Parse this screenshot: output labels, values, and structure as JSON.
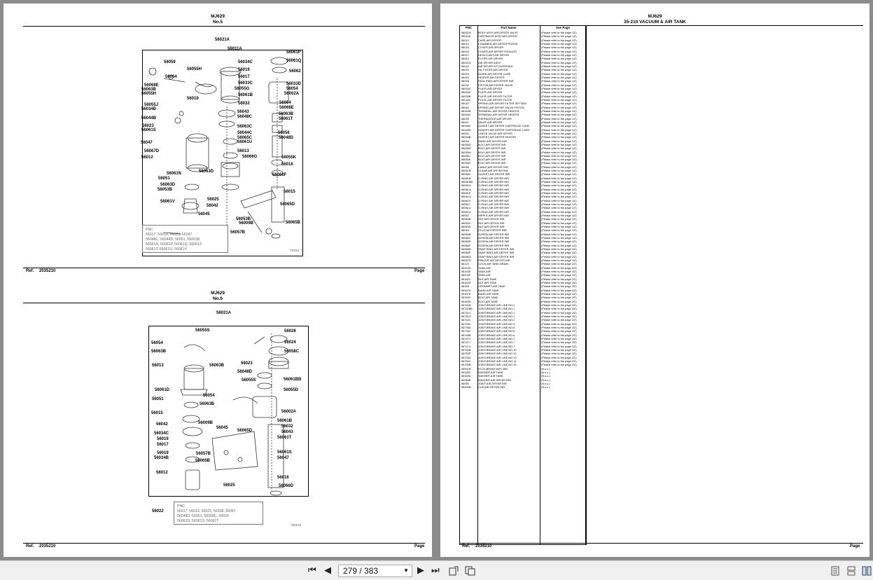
{
  "left_page": {
    "model": "MJ629",
    "diagram1_title": "No.5",
    "diagram2_title": "No.6",
    "ref_label": "Ref.",
    "ref_value": "2035210",
    "page_label": "Page",
    "diagram1_doc_num": "7845/1.7",
    "diagram2_doc_num": "780919",
    "diagram1_callouts": [
      "56021A",
      "56011A",
      "56061P",
      "56034C",
      "56061Q",
      "56059",
      "56055H",
      "56019",
      "56062",
      "56064",
      "56017",
      "56033C",
      "56033D",
      "56055G",
      "56054",
      "56068E",
      "56063B",
      "56002A",
      "56055H",
      "56019",
      "56061B",
      "56054",
      "56055J",
      "56032",
      "56068E",
      "56034B",
      "56043",
      "56063B",
      "56048C",
      "56061T",
      "56044B",
      "56063C",
      "56023",
      "56056",
      "56061S",
      "56044C",
      "56048D",
      "56047",
      "56065C",
      "56061U",
      "56067D",
      "56013",
      "56012",
      "56066G",
      "56055K",
      "56061N",
      "56016",
      "56051",
      "56063D",
      "56066F",
      "56063D",
      "56053B",
      "56015",
      "56061V",
      "56025",
      "56042",
      "56065D",
      "56045",
      "56053B",
      "56009B",
      "56065B",
      "56057B",
      "56025",
      "56022"
    ],
    "diagram1_pnc_text": "PNC\n56017, 56019, 56023, 56047\n56048C, 56048D, 56051, 56061B\n56061N, 56061P, 56061Q, 56061S\n56061T, 56061U, 56061V",
    "diagram2_callouts": [
      "56021A",
      "56055S",
      "56028",
      "56054",
      "56024",
      "56063B",
      "56058C",
      "56013",
      "56063B",
      "56023",
      "56048D",
      "56055S",
      "56061BB",
      "56061D",
      "56055D",
      "56051",
      "56054",
      "56063B",
      "56015",
      "56002A",
      "56009B",
      "56061B",
      "56042",
      "56045",
      "56032",
      "56034C",
      "56065D",
      "56043",
      "56019",
      "56061T",
      "56017",
      "56019",
      "56057B",
      "56061S",
      "56034B",
      "56065B",
      "56047",
      "56012",
      "56016",
      "56025",
      "56066D",
      "56022"
    ],
    "diagram2_pnc_text": "PNC\n56017, 56019, 56023, 56038, 56047\n56048D, 56051, 56058C, 56028\n56061D, 56061S, 56061T"
  },
  "right_page": {
    "model": "MJ629",
    "section_title": "35-210 VACUUM & AIR TANK",
    "col_pnc": "PNC",
    "col_name": "Part Name",
    "col_see": "See Page",
    "ref_label": "Ref.",
    "ref_value": "2035210",
    "page_label": "Page",
    "rows": [
      [
        "56002A",
        "BODY ASSY,AIR DRYER VALVE",
        "(Please refer to the page 1/2)"
      ],
      [
        "56011A",
        "CARTRIDGE ASSY,AIR DRYER",
        "(Please refer to the page 1/2)"
      ],
      [
        "56012",
        "CASE,AIR DRYER",
        "(Please refer to the page 1/2)"
      ],
      [
        "56013",
        "CHAMBER,AIR DRYER PURGE",
        "(Please refer to the page 1/2)"
      ],
      [
        "56015",
        "COVER,AIR DRYER",
        "(Please refer to the page 1/2)"
      ],
      [
        "56016",
        "COVER,AIR DRYER EXHAUST",
        "(Please refer to the page 1/2)"
      ],
      [
        "56017",
        "DESICCANT,AIR DRYER",
        "(Please refer to the page 1/2)"
      ],
      [
        "56019",
        "FILTER,AIR DRYER",
        "(Please refer to the page 1/2)"
      ],
      [
        "56021A",
        "AIR DRYER ASSY",
        "(Please refer to the page 1/2)"
      ],
      [
        "56022",
        "AIR DRYER KIT,OVERHAUL",
        "(Please refer to the page 1/2)"
      ],
      [
        "56023",
        "OIL FILTER,AIR DRYER",
        "(Please refer to the page 1/2)"
      ],
      [
        "56024",
        "GUIDE,AIR DRYER CASE",
        "(Please refer to the page 1/2)"
      ],
      [
        "56025",
        "HEATER,AIR DRYER",
        "(Please refer to the page 1/2)"
      ],
      [
        "56028",
        "SEAL RING,AIR DRYER INR",
        "(Please refer to the page 1/2)"
      ],
      [
        "56032",
        "PISTON,AIR DRYER VALVE",
        "(Please refer to the page 1/2)"
      ],
      [
        "56033C",
        "PLATE,AIR DRYER",
        "(Please refer to the page 1/2)"
      ],
      [
        "56033D",
        "PLATE,AIR DRYER",
        "(Please refer to the page 1/2)"
      ],
      [
        "56034B",
        "PLATE,AIR DRYER FILTER",
        "(Please refer to the page 1/2)"
      ],
      [
        "56034C",
        "PLATE,AIR DRYER FILTER",
        "(Please refer to the page 1/2)"
      ],
      [
        "56042",
        "SPRING,AIR DRYER FILTER SETTING",
        "(Please refer to the page 1/2)"
      ],
      [
        "56043",
        "SPRING,AIR DRYER VALVE PISTON",
        "(Please refer to the page 1/2)"
      ],
      [
        "56044B",
        "TERMINAL,AIR DRYER HEATER",
        "(Please refer to the page 1/2)"
      ],
      [
        "56044C",
        "TERMINAL,AIR DRYER HEATER",
        "(Please refer to the page 1/2)"
      ],
      [
        "56045",
        "THERMOSTAT,AIR DRYER",
        "(Please refer to the page 1/2)"
      ],
      [
        "56047",
        "VALVE,AIR DRYER",
        "(Please refer to the page 1/2)"
      ],
      [
        "56048C",
        "GASKET,AIR DRYER CARTRIDGE CASE",
        "(Please refer to the page 1/2)"
      ],
      [
        "56048D",
        "GASKET,AIR DRYER CARTRIDGE CASE",
        "(Please refer to the page 1/2)"
      ],
      [
        "56051",
        "CHECK VALVE,AIR DRYER",
        "(Please refer to the page 1/2)"
      ],
      [
        "56053B",
        "GASKET,AIR DRYER HEATER",
        "(Please refer to the page 1/2)"
      ],
      [
        "56054",
        "BAND,AIR DRYER INR",
        "(Please refer to the page 1/2)"
      ],
      [
        "56055D",
        "BOLT,AIR DRYER INR",
        "(Please refer to the page 1/2)"
      ],
      [
        "56055G",
        "BOLT,AIR DRYER INR",
        "(Please refer to the page 1/2)"
      ],
      [
        "56055H",
        "BOLT,AIR DRYER INR",
        "(Please refer to the page 1/2)"
      ],
      [
        "56055J",
        "BOLT,AIR DRYER INR",
        "(Please refer to the page 1/2)"
      ],
      [
        "56055K",
        "BOLT,AIR DRYER INR",
        "(Please refer to the page 1/2)"
      ],
      [
        "56055S",
        "BOLT,AIR DRYER INR",
        "(Please refer to the page 1/2)"
      ],
      [
        "56056",
        "CABLE,AIR DRYER INR",
        "(Please refer to the page 1/2)"
      ],
      [
        "56057B",
        "CLAMP,AIR DRYER INR",
        "(Please refer to the page 1/2)"
      ],
      [
        "56058C",
        "GASKET,AIR DRYER INR",
        "(Please refer to the page 1/2)"
      ],
      [
        "56061B",
        "O-RING,AIR DRYER INR",
        "(Please refer to the page 1/2)"
      ],
      [
        "56061BB",
        "O-RING,AIR DRYER INR",
        "(Please refer to the page 1/2)"
      ],
      [
        "56061D",
        "O-RING,AIR DRYER INR",
        "(Please refer to the page 1/2)"
      ],
      [
        "56061N",
        "O-RING,AIR DRYER INR",
        "(Please refer to the page 1/2)"
      ],
      [
        "56061P",
        "O-RING,AIR DRYER INR",
        "(Please refer to the page 1/2)"
      ],
      [
        "56061Q",
        "O-RING,AIR DRYER INR",
        "(Please refer to the page 1/2)"
      ],
      [
        "56061S",
        "O-RING,AIR DRYER INR",
        "(Please refer to the page 1/2)"
      ],
      [
        "56061T",
        "O-RING,AIR DRYER INR",
        "(Please refer to the page 1/2)"
      ],
      [
        "56061U",
        "O-RING,AIR DRYER INR",
        "(Please refer to the page 1/2)"
      ],
      [
        "56061V",
        "O-RING,AIR DRYER INR",
        "(Please refer to the page 1/2)"
      ],
      [
        "56062",
        "NIPPLE,AIR DRYER INR",
        "(Please refer to the page 1/2)"
      ],
      [
        "56063B",
        "NUT,AIR DRYER INR",
        "(Please refer to the page 1/2)"
      ],
      [
        "56063C",
        "NUT,AIR DRYER INR",
        "(Please refer to the page 1/2)"
      ],
      [
        "56063D",
        "NUT,AIR DRYER INR",
        "(Please refer to the page 1/2)"
      ],
      [
        "56064",
        "PLUG,AIR DRYER INR",
        "(Please refer to the page 1/2)"
      ],
      [
        "56065B",
        "SCREW,AIR DRYER INR",
        "(Please refer to the page 1/2)"
      ],
      [
        "56065C",
        "SCREW,AIR DRYER INR",
        "(Please refer to the page 1/2)"
      ],
      [
        "56065D",
        "SCREW,AIR DRYER INR",
        "(Please refer to the page 1/2)"
      ],
      [
        "56066F",
        "SCREW,AIR DRYER INR",
        "(Please refer to the page 1/2)"
      ],
      [
        "56066D",
        "SNAP RING,AIR DRYER INR",
        "(Please refer to the page 2/2)"
      ],
      [
        "56066F",
        "SNAP RING,AIR DRYER INR",
        "(Please refer to the page 2/2)"
      ],
      [
        "56066G",
        "SNAP RING,AIR DRYER INR",
        "(Please refer to the page 2/2)"
      ],
      [
        "56067D",
        "SPACER,AIR DRYER INR",
        "(Please refer to the page 2/2)"
      ],
      [
        "56122",
        "COCK,AIR TANK DRAIN",
        "(Please refer to the page 2/2)"
      ],
      [
        "56143C",
        "TANK,AIR",
        "(Please refer to the page 2/2)"
      ],
      [
        "56143E",
        "TANK,AIR",
        "(Please refer to the page 2/2)"
      ],
      [
        "56143F",
        "TANK,AIR",
        "(Please refer to the page 2/2)"
      ],
      [
        "56162C",
        "NUT,AIR TANK",
        "(Please refer to the page 2/2)"
      ],
      [
        "56162D",
        "NUT,AIR TANK",
        "(Please refer to the page 2/2)"
      ],
      [
        "56165",
        "GROMMET,AIR TANK",
        "(Please refer to the page 2/2)"
      ],
      [
        "56167D",
        "BAND,AIR TANK",
        "(Please refer to the page 2/2)"
      ],
      [
        "56167E",
        "BAND,AIR TANK",
        "(Please refer to the page 2/2)"
      ],
      [
        "56169C",
        "BOLT,AIR TANK",
        "(Please refer to the page 2/2)"
      ],
      [
        "56169D",
        "BOLT,AIR TANK",
        "(Please refer to the page 2/2)"
      ],
      [
        "56741B",
        "JOINT,BRAKE AIR LINE,NO.1",
        "(Please refer to the page 2/2)"
      ],
      [
        "56741BK",
        "JOINT,BRAKE AIR LINE,NO.1",
        "(Please refer to the page 2/2)"
      ],
      [
        "56741C",
        "JOINT,BRAKE AIR LINE,NO.1",
        "(Please refer to the page 2/2)"
      ],
      [
        "56741G",
        "JOINT,BRAKE AIR LINE,NO.1",
        "(Please refer to the page 2/2)"
      ],
      [
        "56742C",
        "JOINT,BRAKE AIR LINE,NO.2",
        "(Please refer to the page 2/2)"
      ],
      [
        "56743C",
        "JOINT,BRAKE AIR LINE,NO.3",
        "(Please refer to the page 2/2)"
      ],
      [
        "56745D",
        "JOINT,BRAKE AIR LINE,NO.5",
        "(Please refer to the page 2/2)"
      ],
      [
        "56745C",
        "JOINT,BRAKE AIR LINE,NO.5",
        "(Please refer to the page 2/2)"
      ],
      [
        "56746B",
        "JOINT,BRAKE AIR LINE,NO.6",
        "(Please refer to the page 2/2)"
      ],
      [
        "56747C",
        "JOINT,BRAKE AIR LINE,NO.7",
        "(Please refer to the page 2/2)"
      ],
      [
        "56747J",
        "JOINT,BRAKE AIR LINE,NO.7",
        "(Please refer to the page 2/2)"
      ],
      [
        "56747U",
        "JOINT,BRAKE AIR LINE,NO.7",
        "(Please refer to the page 2/2)"
      ],
      [
        "56750B",
        "JOINT,BRAKE AIR LINE,NO.10",
        "(Please refer to the page 2/2)"
      ],
      [
        "56753P",
        "JOINT,BRAKE AIR LINE,NO.13",
        "(Please refer to the page 2/2)"
      ],
      [
        "56753G",
        "JOINT,BRAKE AIR LINE,NO.13",
        "(Please refer to the page 2/2)"
      ],
      [
        "56754C",
        "JOINT,BRAKE AIR LINE,NO.14",
        "(Please refer to the page 2/2)"
      ],
      [
        "56755B",
        "JOINT,BRAKE AIR LINE,NO.15",
        "(Please refer to the page 2/2)"
      ],
      [
        "56907B",
        "PLUG,BRAKE AIR LINE",
        "(N.o.c.)"
      ],
      [
        "56169C",
        "WASHER,AIR TANK",
        "(N.o.c.)"
      ],
      [
        "56169D",
        "WASHER,AIR TANK",
        "(N.o.c.)"
      ],
      [
        "56068E",
        "WASHER,AIR DRYER INR",
        "(N.o.c.)"
      ],
      [
        "56059",
        "JOINT,AIR DRYER INR",
        "(N.o.c.)"
      ],
      [
        "56009B",
        "CLIP,AIR DRYER INR",
        "(N.o.c.)"
      ]
    ]
  },
  "toolbar": {
    "page_indicator": "279 / 383",
    "first_icon": "first-page-icon",
    "prev_icon": "prev-page-icon",
    "next_icon": "next-page-icon",
    "last_icon": "last-page-icon"
  }
}
